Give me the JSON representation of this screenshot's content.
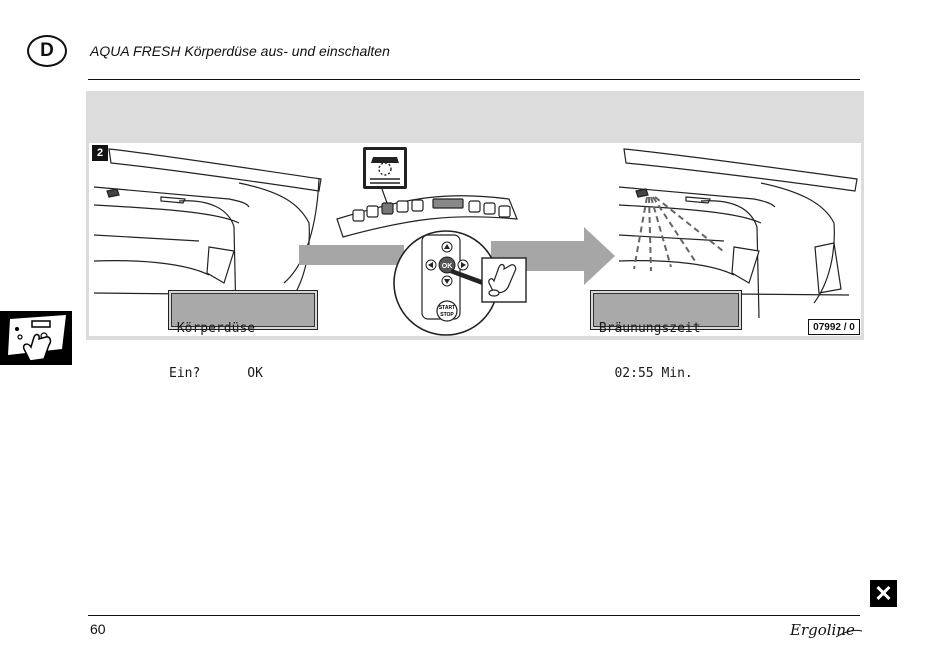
{
  "header": {
    "language_badge": "D",
    "title": "AQUA FRESH Körperdüse aus- und einschalten"
  },
  "figure": {
    "step_number": "2",
    "left_display": {
      "line1": " Körperdüse",
      "line2": "Ein?      OK"
    },
    "right_display": {
      "line1": " Bräunungszeit",
      "line2": "   02:55 Min."
    },
    "control_labels": {
      "ok": "OK",
      "start": "START",
      "stop": "STOP"
    },
    "figure_number": "07992 / 0"
  },
  "footer": {
    "page_number": "60",
    "brand": "Ergoline"
  },
  "icons": [
    "language-badge",
    "hand-pointer-icon",
    "close-icon",
    "spray-nozzle-icon",
    "arrow-right-icon"
  ]
}
